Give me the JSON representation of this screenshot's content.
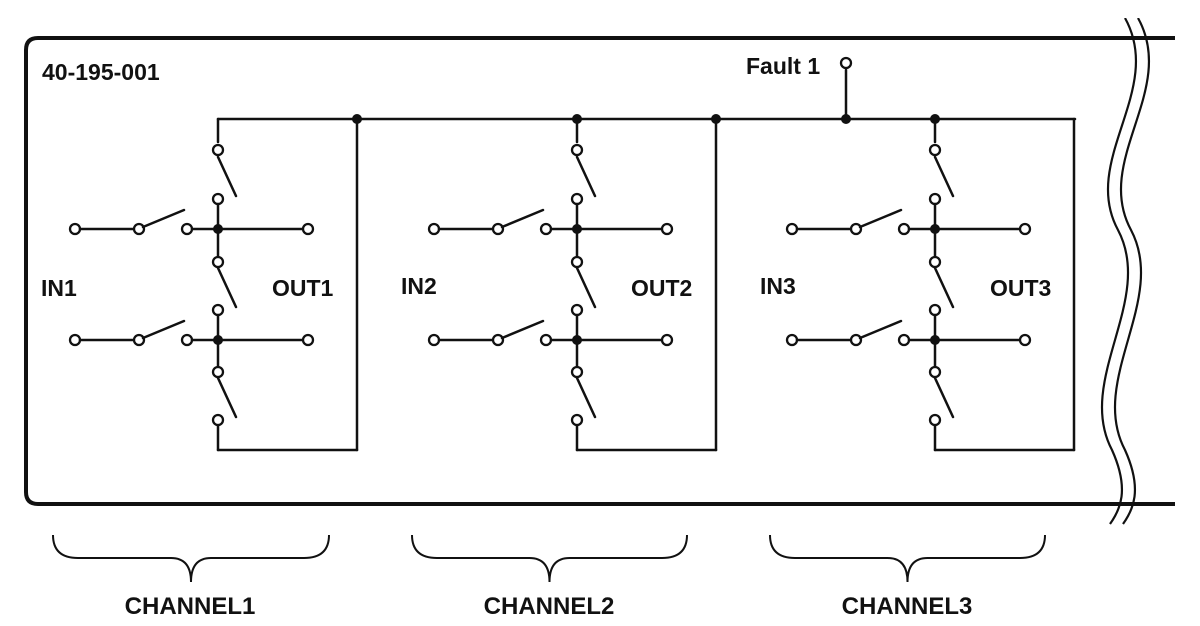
{
  "part_number": "40-195-001",
  "fault_label": "Fault 1",
  "channels": [
    {
      "name": "CHANNEL1",
      "input": "IN1",
      "output": "OUT1"
    },
    {
      "name": "CHANNEL2",
      "input": "IN2",
      "output": "OUT2"
    },
    {
      "name": "CHANNEL3",
      "input": "IN3",
      "output": "OUT3"
    }
  ],
  "colors": {
    "line": "#111111",
    "background": "#ffffff"
  }
}
